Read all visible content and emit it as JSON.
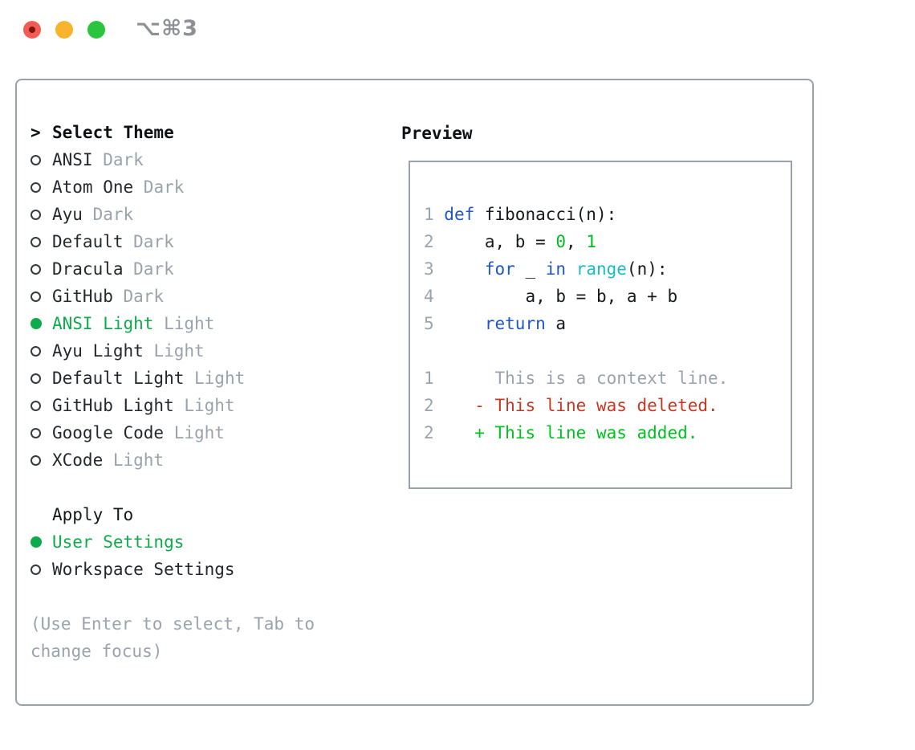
{
  "window": {
    "title_shortcut": "⌥⌘3",
    "traffic_lights": [
      "close",
      "minimize",
      "zoom"
    ]
  },
  "colors": {
    "accent-green": "#0fab4b",
    "dim": "#9aa3ad",
    "frame": "#99a1ab",
    "kw-blue": "#1f55cf",
    "builtin-cyan": "#17bdc7",
    "lit-green": "#00bd22",
    "del-red": "#c63722",
    "add-green": "#00c21f",
    "title-gray": "#8d9196",
    "tl-red": "#f25c54",
    "tl-red-dot": "#7d1410",
    "tl-yellow": "#f8b42c",
    "tl-green": "#2bc53d"
  },
  "theme_selector": {
    "prompt": ">",
    "header": "Select Theme",
    "items": [
      {
        "name": "ANSI",
        "variant": "Dark",
        "selected": false
      },
      {
        "name": "Atom One",
        "variant": "Dark",
        "selected": false
      },
      {
        "name": "Ayu",
        "variant": "Dark",
        "selected": false
      },
      {
        "name": "Default",
        "variant": "Dark",
        "selected": false
      },
      {
        "name": "Dracula",
        "variant": "Dark",
        "selected": false
      },
      {
        "name": "GitHub",
        "variant": "Dark",
        "selected": false
      },
      {
        "name": "ANSI Light",
        "variant": "Light",
        "selected": true
      },
      {
        "name": "Ayu Light",
        "variant": "Light",
        "selected": false
      },
      {
        "name": "Default Light",
        "variant": "Light",
        "selected": false
      },
      {
        "name": "GitHub Light",
        "variant": "Light",
        "selected": false
      },
      {
        "name": "Google Code",
        "variant": "Light",
        "selected": false
      },
      {
        "name": "XCode",
        "variant": "Light",
        "selected": false
      }
    ]
  },
  "apply_to": {
    "header": "Apply To",
    "options": [
      {
        "label": "User Settings",
        "selected": true
      },
      {
        "label": "Workspace Settings",
        "selected": false
      }
    ]
  },
  "hint": {
    "line1": "(Use Enter to select, Tab to",
    "line2": "change focus)"
  },
  "preview": {
    "header": "Preview",
    "lines": [
      [
        [
          "1 ",
          "ln"
        ],
        [
          "def",
          "kw"
        ],
        [
          " fibonacci(n):",
          "plain"
        ]
      ],
      [
        [
          "2 ",
          "ln"
        ],
        [
          "    a, b = ",
          "plain"
        ],
        [
          "0",
          "num"
        ],
        [
          ", ",
          "plain"
        ],
        [
          "1",
          "num"
        ]
      ],
      [
        [
          "3 ",
          "ln"
        ],
        [
          "    ",
          "plain"
        ],
        [
          "for",
          "kw"
        ],
        [
          " _ ",
          "plain"
        ],
        [
          "in",
          "kw"
        ],
        [
          " ",
          "plain"
        ],
        [
          "range",
          "builtin"
        ],
        [
          "(n):",
          "plain"
        ]
      ],
      [
        [
          "4 ",
          "ln"
        ],
        [
          "        a, b = b, a + b",
          "plain"
        ]
      ],
      [
        [
          "5 ",
          "ln"
        ],
        [
          "    ",
          "plain"
        ],
        [
          "return",
          "kw"
        ],
        [
          " a",
          "plain"
        ]
      ],
      [],
      [
        [
          "1 ",
          "ln"
        ],
        [
          "     This is a context line.",
          "ctx"
        ]
      ],
      [
        [
          "2 ",
          "ln"
        ],
        [
          "   ",
          "plain"
        ],
        [
          "- This line was deleted.",
          "del"
        ]
      ],
      [
        [
          "2 ",
          "ln"
        ],
        [
          "   ",
          "plain"
        ],
        [
          "+ This line was added.",
          "add"
        ]
      ]
    ]
  }
}
